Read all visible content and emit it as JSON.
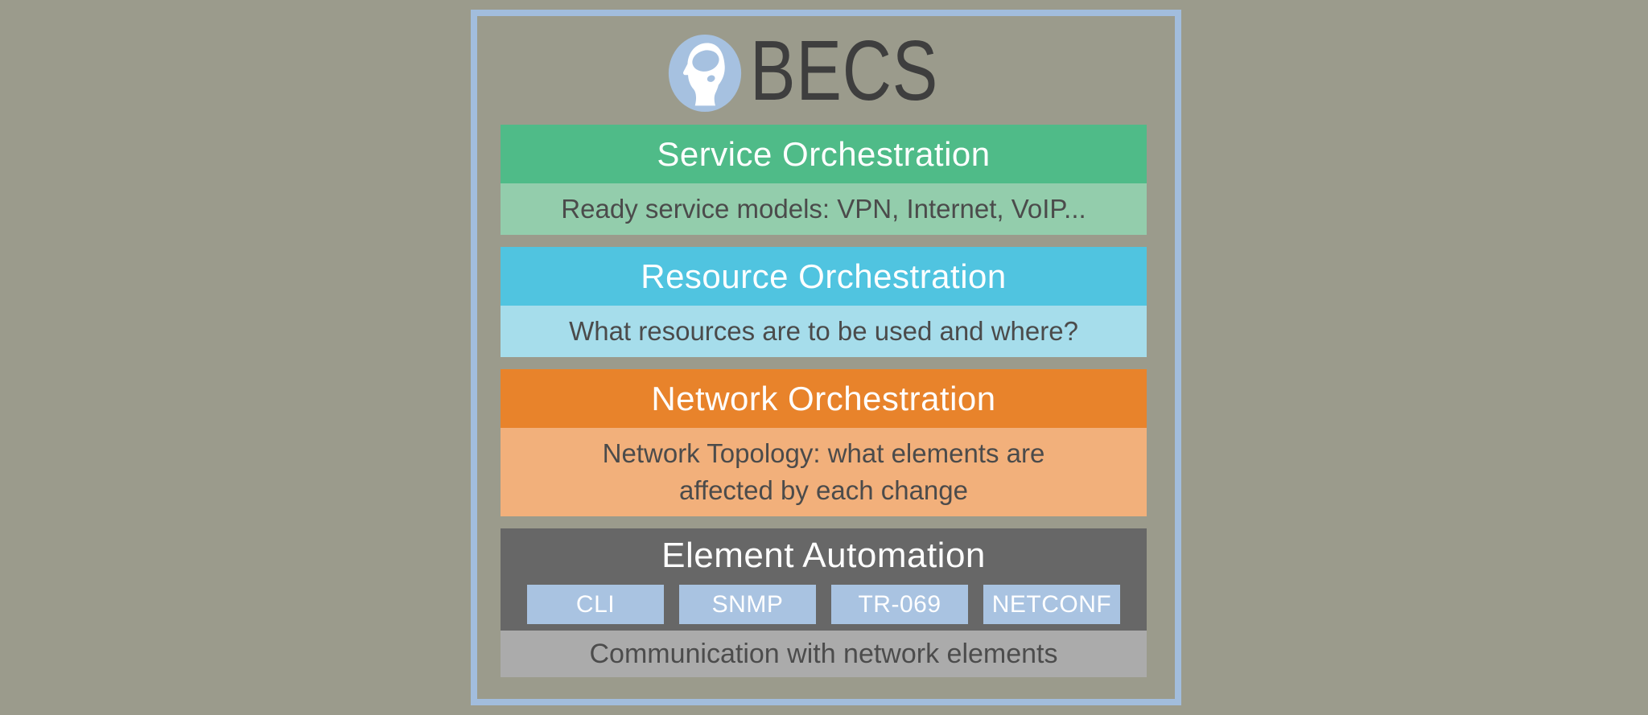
{
  "page": {
    "background_color": "#9b9b8c",
    "frame_border_color": "#a2bddd"
  },
  "header": {
    "title": "BECS",
    "logo": "head-with-brain-icon",
    "title_color": "#3e3e3e",
    "logo_circle_color": "#a6c1e0"
  },
  "layers": [
    {
      "id": "service-orchestration",
      "title": "Service Orchestration",
      "subtitle": "Ready service models: VPN, Internet, VoIP...",
      "title_bg": "#4fbb88",
      "subtitle_bg": "#93cdac"
    },
    {
      "id": "resource-orchestration",
      "title": "Resource Orchestration",
      "subtitle": "What resources are to be used and where?",
      "title_bg": "#50c4e0",
      "subtitle_bg": "#a6ddeb"
    },
    {
      "id": "network-orchestration",
      "title": "Network Orchestration",
      "subtitle": "Network Topology: what elements are affected by each change",
      "title_bg": "#e8832b",
      "subtitle_bg": "#f2b07b"
    },
    {
      "id": "element-automation",
      "title": "Element Automation",
      "subtitle": "Communication with network elements",
      "title_bg": "#676767",
      "subtitle_bg": "#ababab",
      "protocols": [
        "CLI",
        "SNMP",
        "TR-069",
        "NETCONF"
      ],
      "protocol_bg": "#a9c3e1"
    }
  ]
}
